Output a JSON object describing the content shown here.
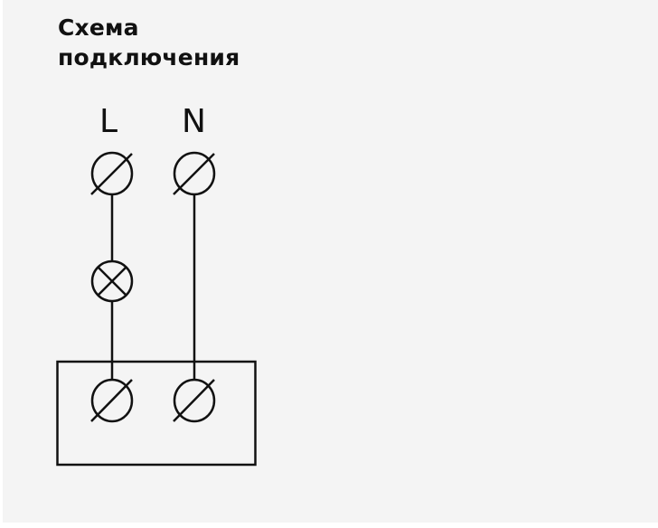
{
  "title_line1": "Схема",
  "title_line2": "подключения",
  "labels": {
    "line": "L",
    "neutral": "N"
  },
  "colors": {
    "background": "#f4f4f4",
    "stroke": "#111111"
  }
}
